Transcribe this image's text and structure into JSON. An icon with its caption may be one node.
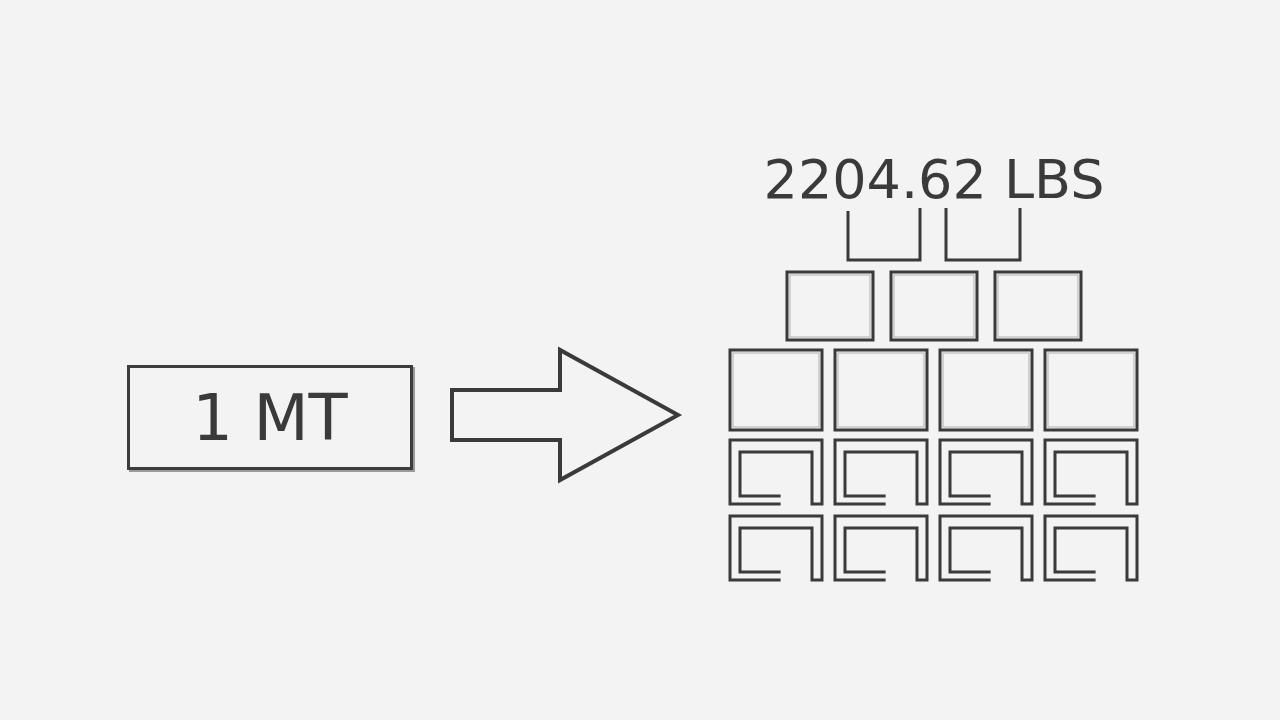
{
  "diagram": {
    "nodes": [
      {
        "text": [
          "1 MT"
        ]
      },
      {
        "text": [
          "2204.62 LBS"
        ]
      }
    ],
    "edges": [
      {
        "from": 0,
        "to": 1,
        "arrow": "to",
        "style": "thick"
      }
    ]
  }
}
